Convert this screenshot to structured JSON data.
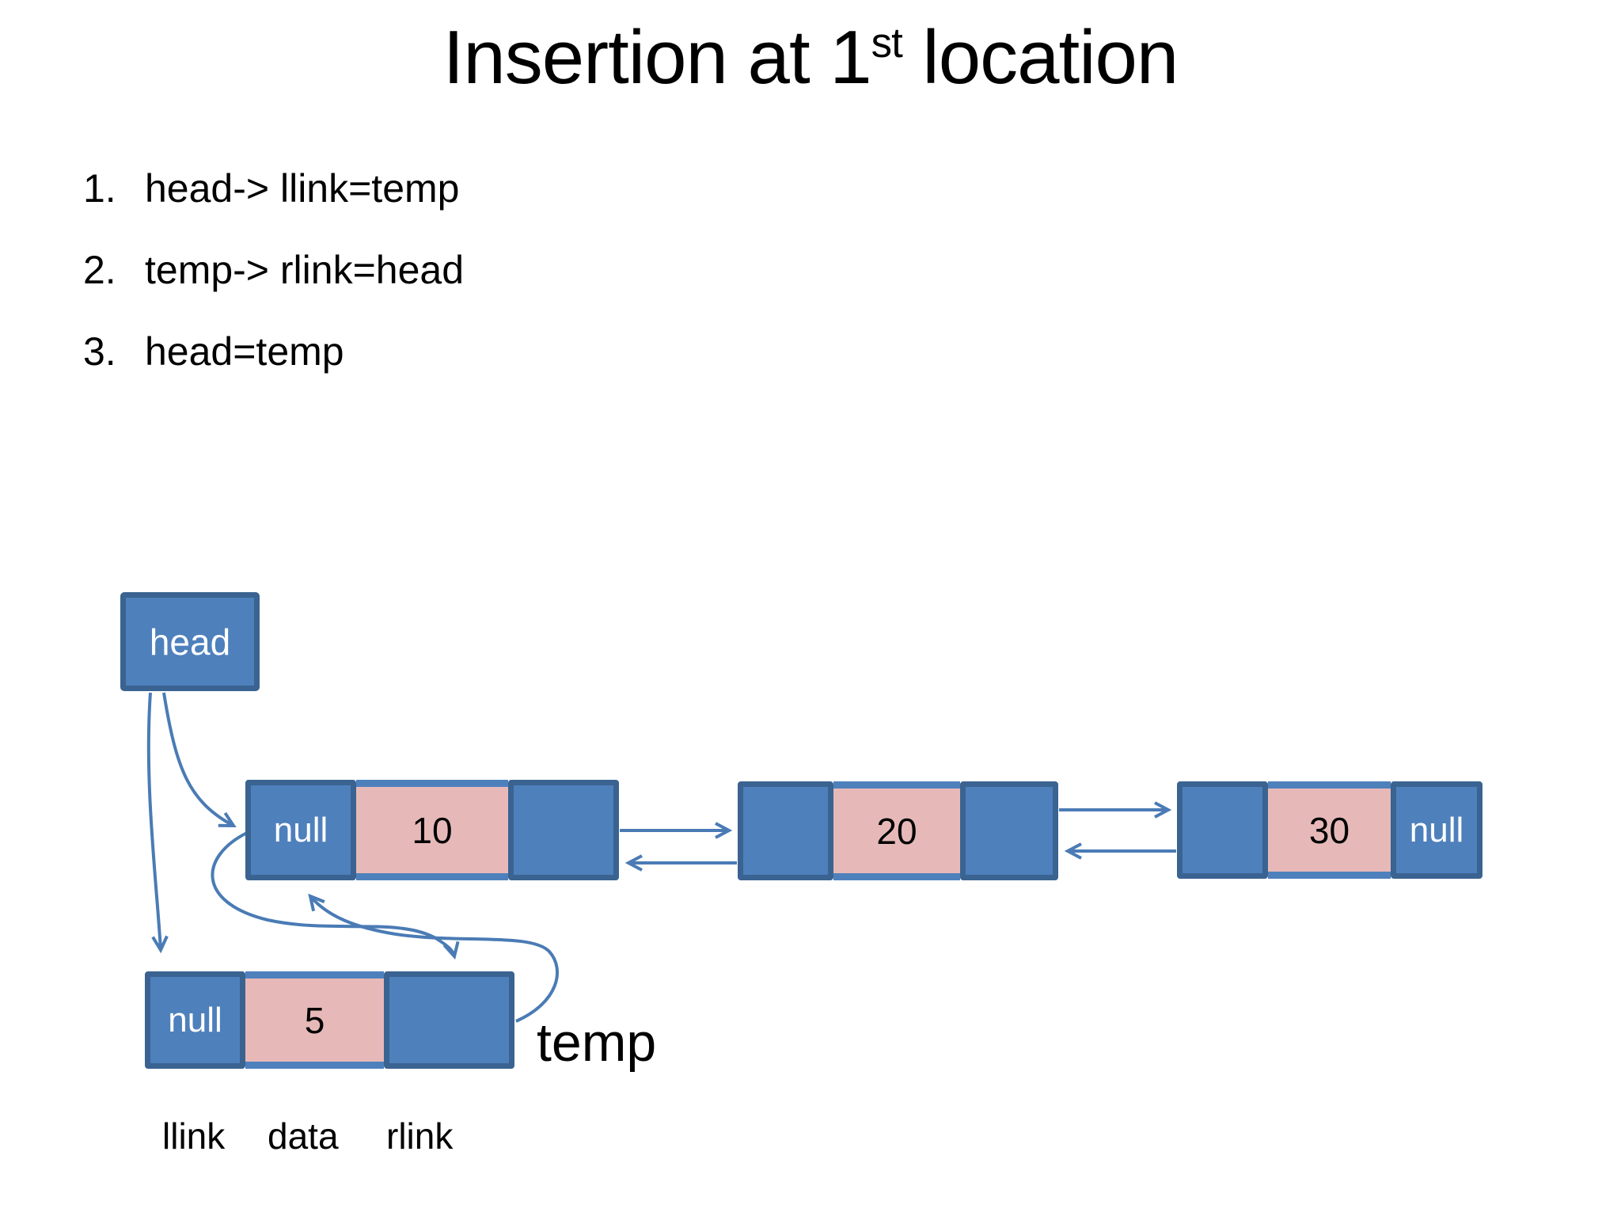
{
  "slide": {
    "title": {
      "prefix": "Insertion at 1",
      "superscript": "st",
      "suffix": " location"
    },
    "steps": [
      {
        "number": "1.",
        "text": "head-> llink=temp"
      },
      {
        "number": "2.",
        "text": "temp-> rlink=head"
      },
      {
        "number": "3.",
        "text": "head=temp"
      }
    ]
  },
  "diagram": {
    "head_box": {
      "label": "head"
    },
    "nodes": [
      {
        "llink": "null",
        "data": "10",
        "rlink": ""
      },
      {
        "llink": "",
        "data": "20",
        "rlink": ""
      },
      {
        "llink": "",
        "data": "30",
        "rlink": "null"
      }
    ],
    "temp_node": {
      "llink": "null",
      "data": "5",
      "rlink": "",
      "label": "temp"
    },
    "field_labels": {
      "llink": "llink",
      "data": "data",
      "rlink": "rlink"
    },
    "colors": {
      "node-fill": "#4e80bc",
      "node-border": "#3a6391",
      "data-fill": "#e6b9b8",
      "arrow": "#4a7bb5",
      "node-text": "#ffffff",
      "text": "#000000"
    }
  }
}
